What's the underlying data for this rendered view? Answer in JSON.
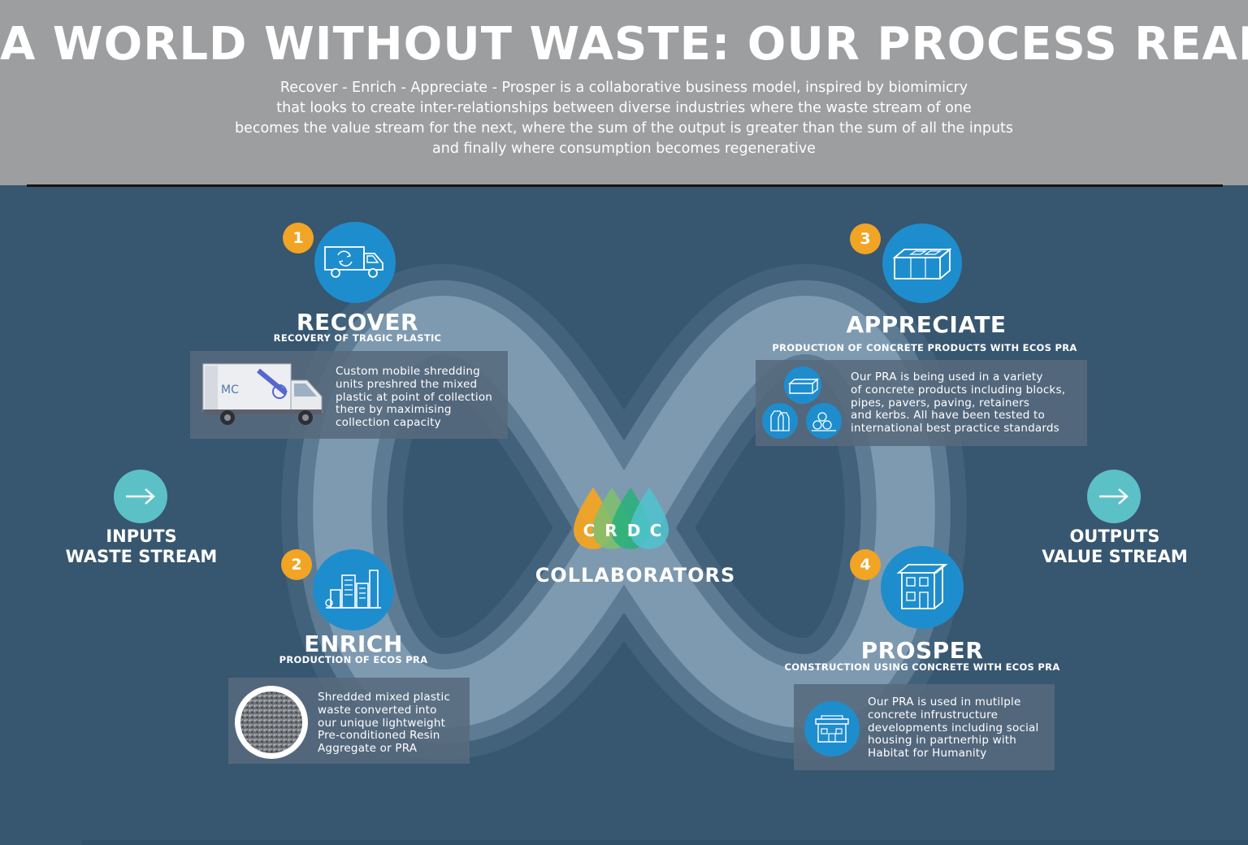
{
  "header": {
    "title": "A WORLD WITHOUT WASTE: OUR PROCESS REAP",
    "intro_lines": [
      "Recover - Enrich - Appreciate - Prosper is a collaborative business model, inspired by biomimicry",
      "that looks to create inter-relationships between diverse industries where the waste stream of one",
      "becomes the value stream for the next, where the sum of the output is greater than the sum of all the inputs",
      "and finally where consumption becomes regenerative"
    ]
  },
  "inputs": {
    "line1": "INPUTS",
    "line2": "WASTE STREAM",
    "icon": "arrow-right-icon"
  },
  "outputs": {
    "line1": "OUTPUTS",
    "line2": "VALUE STREAM",
    "icon": "arrow-right-icon"
  },
  "collaborators": {
    "label": "COLLABORATORS",
    "letters": [
      "C",
      "R",
      "D",
      "C"
    ],
    "colors": [
      "#f2a424",
      "#7fbf6e",
      "#28b07a",
      "#4fc3cf"
    ]
  },
  "stages": [
    {
      "number": "1",
      "title": "RECOVER",
      "subtitle": "RECOVERY OF TRAGIC PLASTIC",
      "icon": "recycling-truck-icon",
      "image": "shredding-truck-image",
      "lines": [
        "Custom mobile shredding",
        "units preshred the mixed",
        "plastic at point of collection",
        "there by maximising",
        "collection capacity"
      ]
    },
    {
      "number": "2",
      "title": "ENRICH",
      "subtitle": "PRODUCTION OF ECOS PRA",
      "icon": "factory-icon",
      "image": "resin-aggregate-image",
      "lines": [
        "Shredded mixed plastic",
        "waste converted into",
        "our unique lightweight",
        "Pre-conditioned Resin",
        "Aggregate or PRA"
      ]
    },
    {
      "number": "3",
      "title": "APPRECIATE",
      "subtitle": "PRODUCTION OF CONCRETE PRODUCTS WITH ECOS PRA",
      "icon": "concrete-block-icon",
      "image": "concrete-products-icons",
      "lines": [
        "Our PRA is being used in a variety",
        "of concrete products including blocks,",
        "pipes, pavers, paving, retainers",
        "and kerbs. All have been tested to",
        "international best practice standards"
      ]
    },
    {
      "number": "4",
      "title": "PROSPER",
      "subtitle": "CONSTRUCTION USING CONCRETE WITH ECOS PRA",
      "icon": "building-icon",
      "image": "housing-icon",
      "lines": [
        "Our PRA is used in mutilple",
        "concrete infrustructure",
        "developments including social",
        "housing in partnerhip with",
        "Habitat for Humanity"
      ]
    }
  ],
  "colors": {
    "background": "#375670",
    "header": "#9d9ea0",
    "stage_circle": "#1e8dcd",
    "badge": "#f2a424",
    "arrow_circle": "#5cc0c7",
    "loop": "#a9bdd1"
  }
}
